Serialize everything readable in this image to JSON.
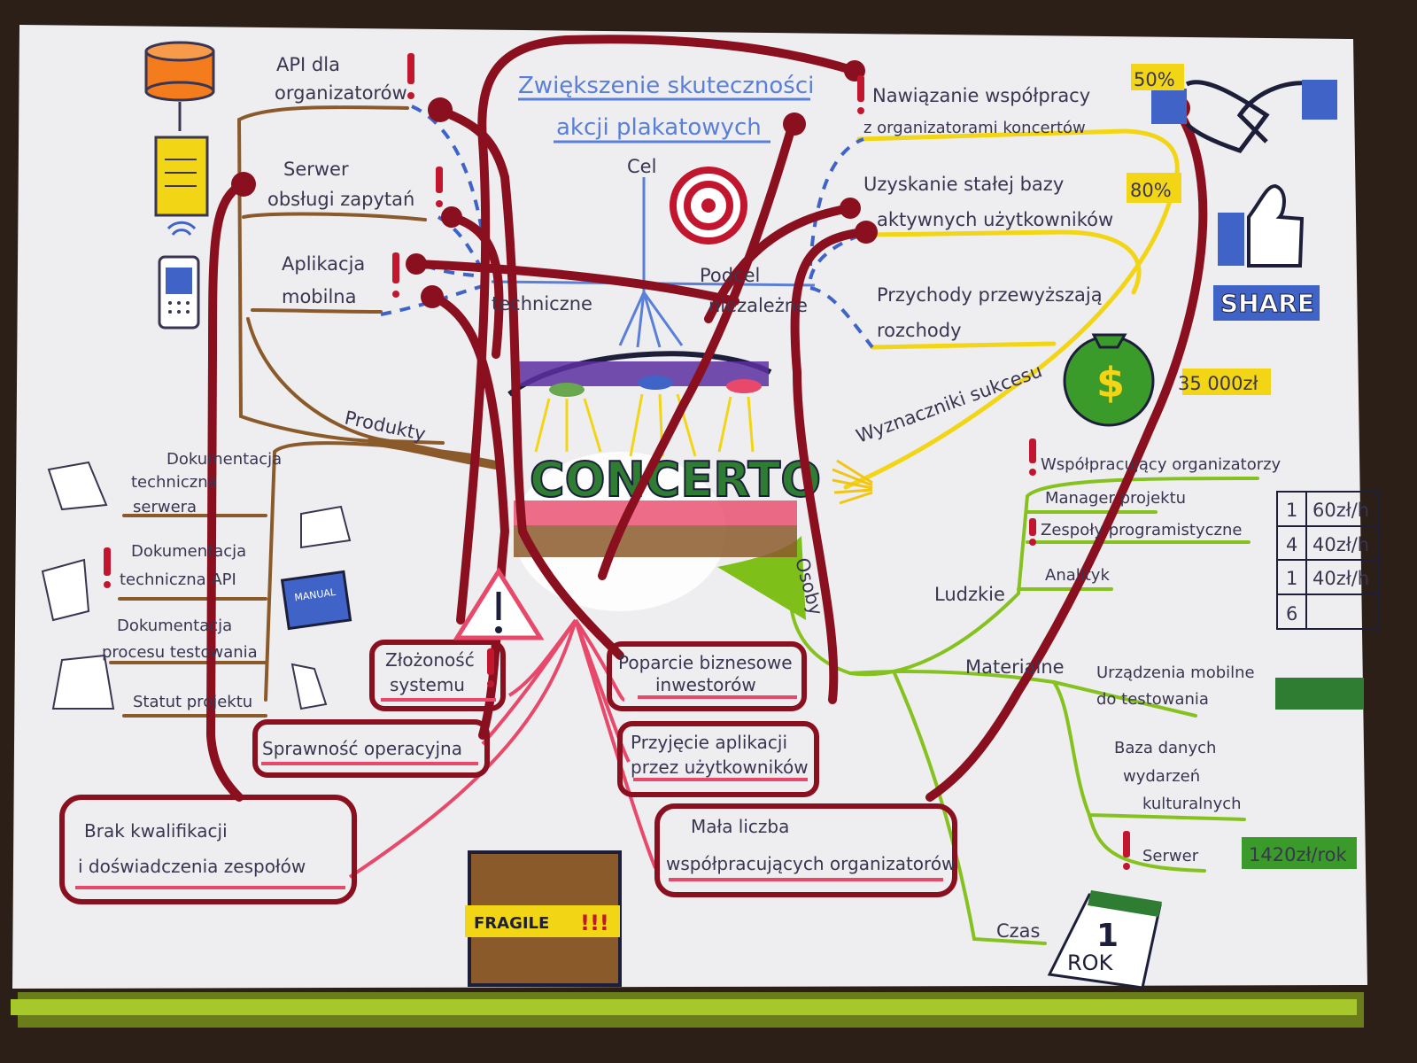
{
  "center": {
    "title_line1": "Zwiększenie skuteczności",
    "title_line2": "akcji plakatowych",
    "cel": "Cel",
    "logo": "CONCERTO",
    "podcel_left": "techniczne",
    "podcel_right_top": "Podcel",
    "podcel_right_bottom": "niezależne"
  },
  "left": {
    "api": [
      "API dla",
      "organizatorów"
    ],
    "server": [
      "Serwer",
      "obsługi zapytań"
    ],
    "app": [
      "Aplikacja",
      "mobilna"
    ],
    "produkty": "Produkty",
    "docs": [
      [
        "Dokumentacja",
        "techniczna",
        "serwera"
      ],
      [
        "Dokumentacja",
        "techniczna API"
      ],
      [
        "Dokumentacja",
        "procesu testowania"
      ],
      [
        "Statut projektu"
      ]
    ]
  },
  "right": {
    "goals": [
      [
        "Nawiązanie współpracy",
        "z organizatorami koncertów"
      ],
      [
        "Uzyskanie stałej bazy",
        "aktywnych użytkowników"
      ],
      [
        "Przychody przewyższają",
        "rozchody"
      ]
    ],
    "percent_1": "50%",
    "percent_2": "80%",
    "money": "35 000zł",
    "share": "SHARE",
    "success": "Wyznaczniki sukcesu"
  },
  "resources": {
    "osoby": "Osoby",
    "ludzkie": "Ludzkie",
    "materialne": "Materialne",
    "czas": "Czas",
    "people": [
      "Współpracujący organizatorzy",
      "Manager projektu",
      "Zespoły programistyczne",
      "Analityk"
    ],
    "material": [
      [
        "Urządzenia mobilne",
        "do testowania"
      ],
      [
        "Baza danych",
        "wydarzeń",
        "kulturalnych"
      ],
      [
        "Serwer"
      ]
    ],
    "server_cost": "1420zł/rok",
    "calendar_num": "1",
    "calendar_label": "ROK",
    "table": [
      [
        "1",
        "60zł/h"
      ],
      [
        "4",
        "40zł/h"
      ],
      [
        "1",
        "40zł/h"
      ],
      [
        "6",
        ""
      ]
    ]
  },
  "risks": {
    "boxes": [
      [
        "Złożoność",
        "systemu"
      ],
      [
        "Sprawność operacyjna"
      ],
      [
        "Brak kwalifikacji",
        "i doświadczenia zespołów"
      ],
      [
        "Poparcie biznesowe",
        "inwestorów"
      ],
      [
        "Przyjęcie aplikacji",
        "przez użytkowników"
      ],
      [
        "Mała liczba",
        "współpracujących organizatorów"
      ]
    ],
    "fragile": "FRAGILE",
    "fragile_marks": "!!!",
    "manual": "MANUAL"
  },
  "colors": {
    "maroon": "#8a0f1f",
    "brown": "#8b5a2b",
    "yellow": "#f2d515",
    "green": "#86c21f",
    "blue": "#3f63c7",
    "pink": "#e8486a",
    "ink": "#3a3550"
  }
}
